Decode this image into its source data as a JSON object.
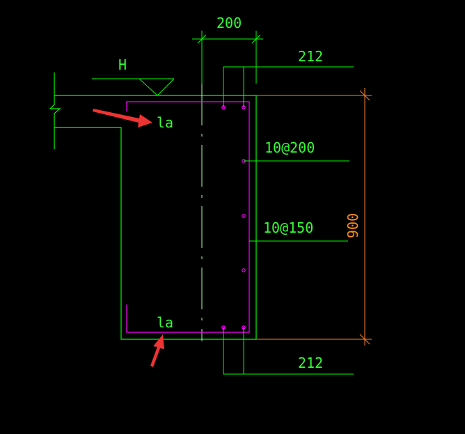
{
  "colors": {
    "background": "#000000",
    "line_green": "#00ff00",
    "dim_orange": "#ff7f27",
    "rebar_magenta": "#ff00ff",
    "arrow_red": "#ee3333",
    "text_green": "#33ff33",
    "text_orange": "#ff8c1a",
    "centerline": "#a8ffa8"
  },
  "dims": {
    "top_width": "200",
    "height": "900"
  },
  "labels": {
    "level_mark": "H",
    "top_rebar": "212",
    "bottom_rebar": "212",
    "stirrup_upper": "10@200",
    "stirrup_lower": "10@150",
    "anchor_top": "la",
    "anchor_bottom": "la"
  }
}
